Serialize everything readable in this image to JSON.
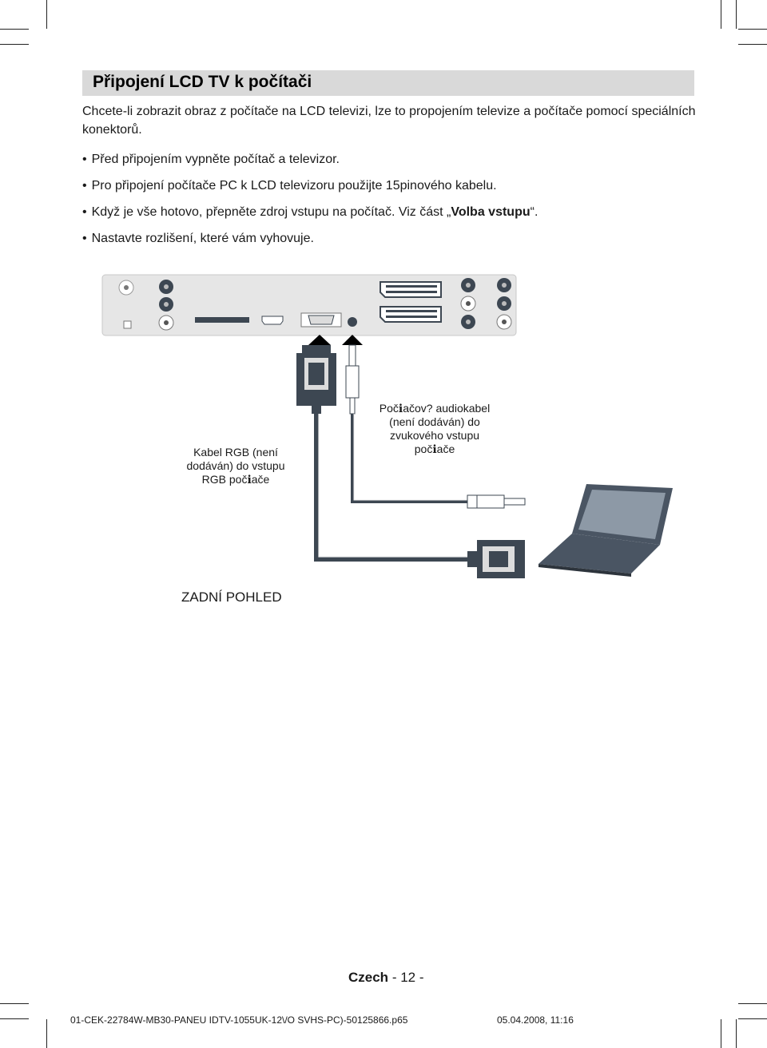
{
  "title": "Připojení LCD TV k počítači",
  "intro": "Chcete-li zobrazit obraz z počítače na LCD televizi, lze to propojením televize a počítače pomocí speciálních konektorů.",
  "bullets": [
    "Před připojením vypněte počítač a televizor.",
    "Pro připojení počítače PC k LCD televizoru použijte 15pinového kabelu.",
    "Když je vše hotovo, přepněte zdroj vstupu na počítač. Viz část „",
    "Nastavte rozlišení, které vám vyhovuje."
  ],
  "bullet3_bold": "Volba vstupu",
  "bullet3_end": "“.",
  "diagram": {
    "audio_label_lines": [
      "Počℹačov? audiokabel",
      "(není dodáván) do",
      "zvukového vstupu",
      "počℹače"
    ],
    "rgb_label_lines": [
      "Kabel RGB (není",
      "dodáván) do vstupu",
      "RGB počℹače"
    ],
    "rear_view_label": "ZADNÍ POHLED"
  },
  "footer": {
    "language": "Czech",
    "page": "- 12 -",
    "file": "01-CEK-22784W-MB30-PANEU IDTV-1055UK-12\\/O SVHS-PC)-50125866.p65",
    "date": "05.04.2008, 11:16"
  },
  "colors": {
    "title_bar": "#d9d9d9",
    "panel": "#e6e6e6",
    "connector_dark": "#3d4752",
    "laptop": "#4a5563"
  }
}
